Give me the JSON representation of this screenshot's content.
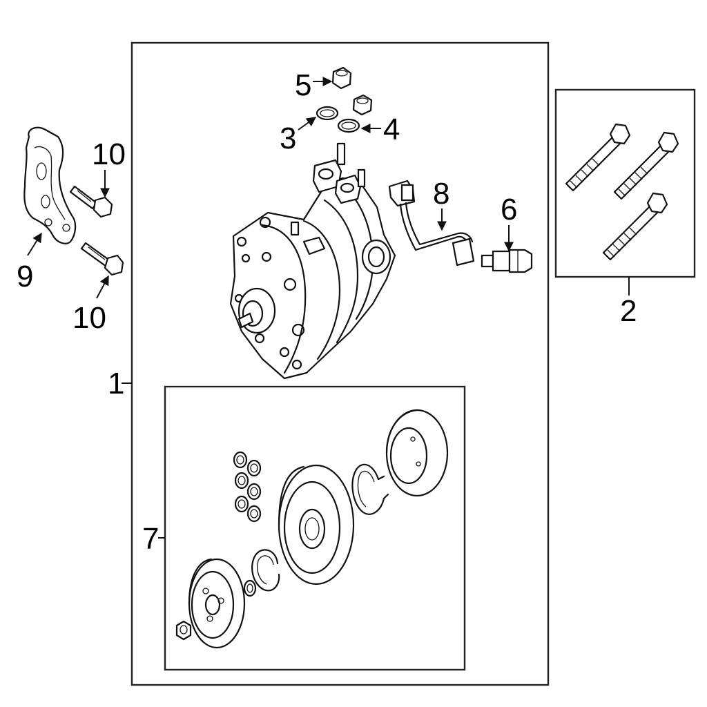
{
  "callouts": {
    "c1": "1",
    "c2": "2",
    "c3": "3",
    "c4": "4",
    "c5": "5",
    "c6": "6",
    "c7": "7",
    "c8": "8",
    "c9": "9",
    "c10a": "10",
    "c10b": "10"
  },
  "icons": [
    "compressor",
    "bolt",
    "nut",
    "o-ring",
    "pressure-switch",
    "wire-harness",
    "bracket",
    "clutch-pulley",
    "snap-ring",
    "clutch-plate",
    "coil"
  ]
}
